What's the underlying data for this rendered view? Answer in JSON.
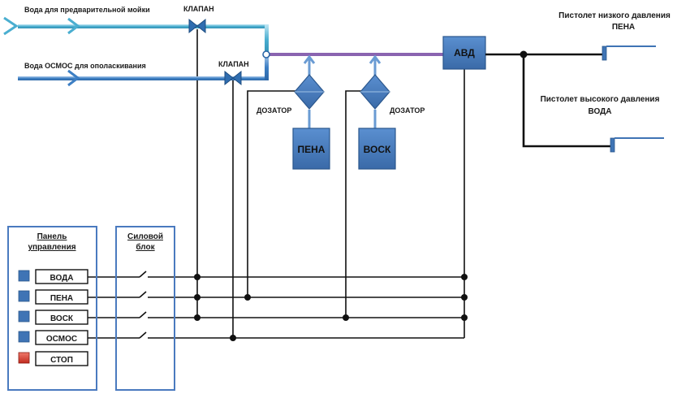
{
  "water_prewash_label": "Вода для предварительной мойки",
  "water_osmos_label": "Вода  ОСМОС для ополаскивания",
  "valve_top_label": "КЛАПАН",
  "valve_bottom_label": "КЛАПАН",
  "dispenser_left_label": "ДОЗАТОР",
  "dispenser_right_label": "ДОЗАТОР",
  "foam_tank_label": "ПЕНА",
  "wax_tank_label": "ВОСК",
  "pump_label": "АВД",
  "gun_low_line1": "Пистолет низкого давления",
  "gun_low_line2": "ПЕНА",
  "gun_high_line1": "Пистолет высокого давления",
  "gun_high_line2": "ВОДА",
  "panel_title_line1": "Панель",
  "panel_title_line2": "управления",
  "power_title_line1": "Силовой",
  "power_title_line2": "блок",
  "panel_buttons": [
    "ВОДА",
    "ПЕНА",
    "ВОСК",
    "ОСМОС",
    "СТОП"
  ],
  "colors": {
    "prewash_pipe": "#4aaed0",
    "osmos_pipe": "#3d7fc4",
    "mix_pipe": "#8a64b0",
    "component_fill": "#3f74b5",
    "component_stroke": "#2b578d",
    "panel_border": "#4a7abf",
    "stop_button": "#d93a2e",
    "wire": "#111111"
  }
}
